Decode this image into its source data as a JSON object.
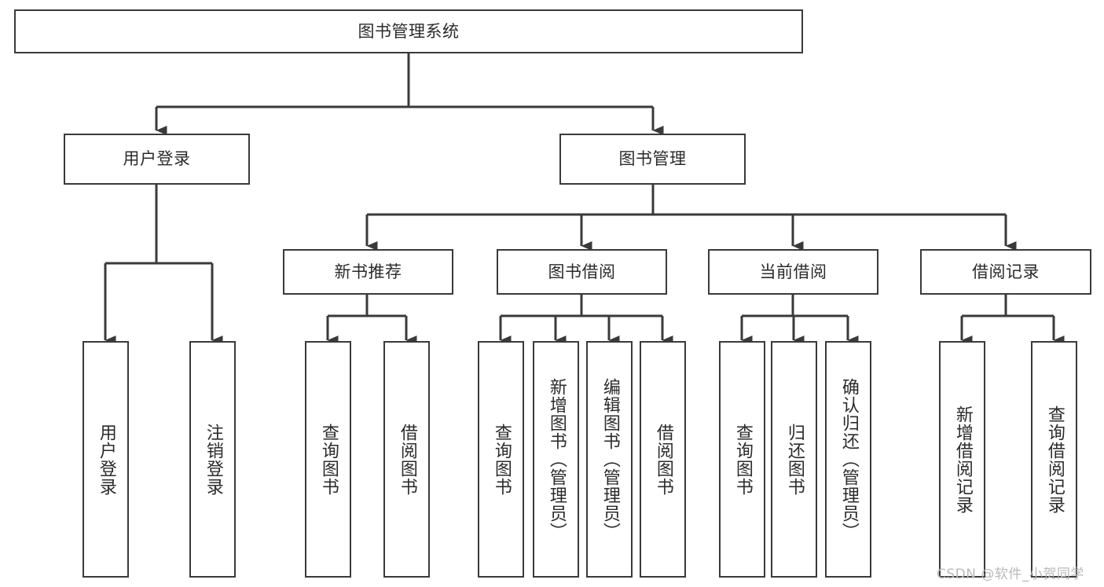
{
  "diagram": {
    "title": "图书管理系统",
    "type": "hierarchical-tree",
    "root": {
      "label": "图书管理系统"
    },
    "level2": [
      {
        "label": "用户登录"
      },
      {
        "label": "图书管理"
      }
    ],
    "level3": [
      {
        "label": "新书推荐"
      },
      {
        "label": "图书借阅"
      },
      {
        "label": "当前借阅"
      },
      {
        "label": "借阅记录"
      }
    ],
    "leaves": {
      "user_login": [
        {
          "label": "用户登录"
        },
        {
          "label": "注销登录"
        }
      ],
      "new_book_recommend": [
        {
          "label": "查询图书"
        },
        {
          "label": "借阅图书"
        }
      ],
      "book_borrow": [
        {
          "label": "查询图书"
        },
        {
          "label": "新增图书（管理员）"
        },
        {
          "label": "编辑图书（管理员）"
        },
        {
          "label": "借阅图书"
        }
      ],
      "current_borrow": [
        {
          "label": "查询图书"
        },
        {
          "label": "归还图书"
        },
        {
          "label": "确认归还（管理员）"
        }
      ],
      "borrow_record": [
        {
          "label": "新增借阅记录"
        },
        {
          "label": "查询借阅记录"
        }
      ]
    }
  },
  "watermark": {
    "text": "CSDN @软件_小贺同学"
  },
  "colors": {
    "stroke": "#3a3a3a",
    "text": "#2b2b2b",
    "background": "#ffffff",
    "watermark": "#b9b9b9"
  }
}
